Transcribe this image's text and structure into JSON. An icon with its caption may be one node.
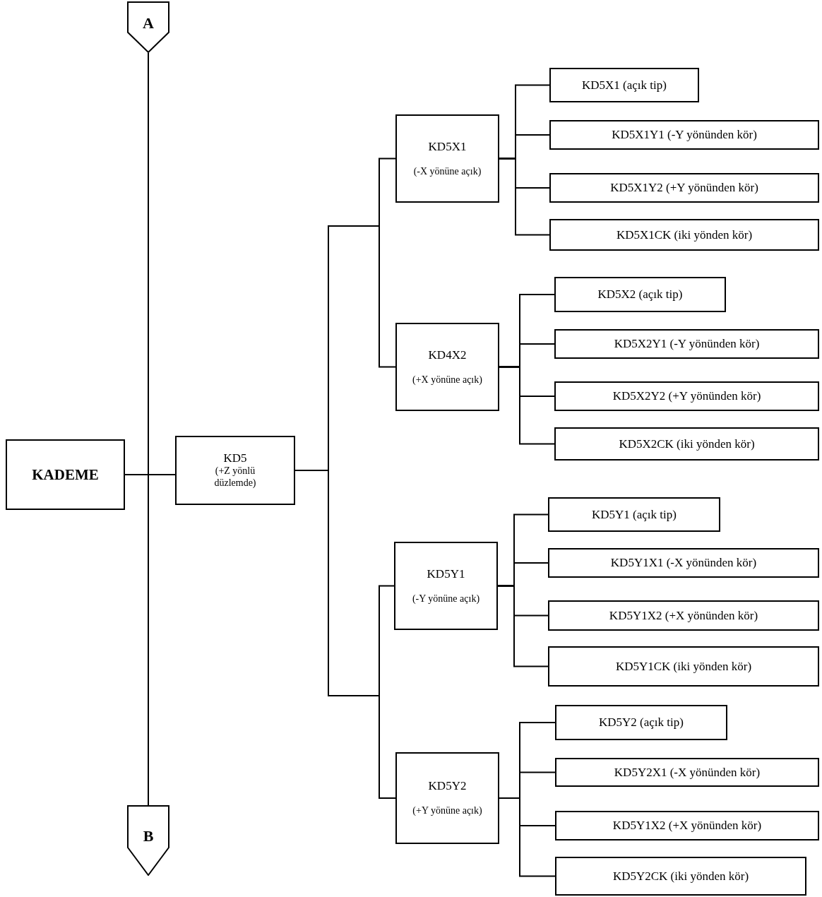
{
  "diagram": {
    "nodes": [
      {
        "text": [
          "A"
        ]
      },
      {
        "text": [
          "B"
        ]
      },
      {
        "text": [
          "KADEME"
        ]
      },
      {
        "text": [
          "KD5",
          "(+Z yönlü düzlemde)"
        ]
      },
      {
        "text": [
          "KD5X1",
          "(-X yönüne açık)"
        ]
      },
      {
        "text": [
          "KD5X1 (açık tip)"
        ]
      },
      {
        "text": [
          "KD5X1Y1 (-Y yönünden kör)"
        ]
      },
      {
        "text": [
          "KD5X1Y2 (+Y yönünden kör)"
        ]
      },
      {
        "text": [
          "KD5X1CK (iki yönden kör)"
        ]
      },
      {
        "text": [
          "KD4X2",
          "(+X yönüne açık)"
        ]
      },
      {
        "text": [
          "KD5X2 (açık tip)"
        ]
      },
      {
        "text": [
          "KD5X2Y1 (-Y yönünden kör)"
        ]
      },
      {
        "text": [
          "KD5X2Y2 (+Y yönünden kör)"
        ]
      },
      {
        "text": [
          "KD5X2CK (iki yönden kör)"
        ]
      },
      {
        "text": [
          "KD5Y1",
          "(-Y yönüne açık)"
        ]
      },
      {
        "text": [
          "KD5Y1 (açık tip)"
        ]
      },
      {
        "text": [
          "KD5Y1X1 (-X yönünden kör)"
        ]
      },
      {
        "text": [
          "KD5Y1X2 (+X yönünden kör)"
        ]
      },
      {
        "text": [
          "KD5Y1CK (iki yönden kör)"
        ]
      },
      {
        "text": [
          "KD5Y2",
          "(+Y yönüne açık)"
        ]
      },
      {
        "text": [
          "KD5Y2 (açık tip)"
        ]
      },
      {
        "text": [
          "KD5Y2X1 (-X yönünden kör)"
        ]
      },
      {
        "text": [
          "KD5Y1X2 (+X yönünden kör)"
        ]
      },
      {
        "text": [
          "KD5Y2CK (iki yönden kör)"
        ]
      }
    ],
    "edges": [
      {
        "from": 0,
        "to": 1,
        "arrow": "none"
      },
      {
        "from": 2,
        "to": 3,
        "arrow": "none"
      },
      {
        "from": 3,
        "to": 4,
        "arrow": "none"
      },
      {
        "from": 3,
        "to": 9,
        "arrow": "none"
      },
      {
        "from": 3,
        "to": 14,
        "arrow": "none"
      },
      {
        "from": 3,
        "to": 19,
        "arrow": "none"
      },
      {
        "from": 4,
        "to": 5,
        "arrow": "none"
      },
      {
        "from": 4,
        "to": 6,
        "arrow": "none"
      },
      {
        "from": 4,
        "to": 7,
        "arrow": "none"
      },
      {
        "from": 4,
        "to": 8,
        "arrow": "none"
      },
      {
        "from": 9,
        "to": 10,
        "arrow": "none"
      },
      {
        "from": 9,
        "to": 11,
        "arrow": "none"
      },
      {
        "from": 9,
        "to": 12,
        "arrow": "none"
      },
      {
        "from": 9,
        "to": 13,
        "arrow": "none"
      },
      {
        "from": 14,
        "to": 15,
        "arrow": "none"
      },
      {
        "from": 14,
        "to": 16,
        "arrow": "none"
      },
      {
        "from": 14,
        "to": 17,
        "arrow": "none"
      },
      {
        "from": 14,
        "to": 18,
        "arrow": "none"
      },
      {
        "from": 19,
        "to": 20,
        "arrow": "none"
      },
      {
        "from": 19,
        "to": 21,
        "arrow": "none"
      },
      {
        "from": 19,
        "to": 22,
        "arrow": "none"
      },
      {
        "from": 19,
        "to": 23,
        "arrow": "none"
      }
    ]
  }
}
